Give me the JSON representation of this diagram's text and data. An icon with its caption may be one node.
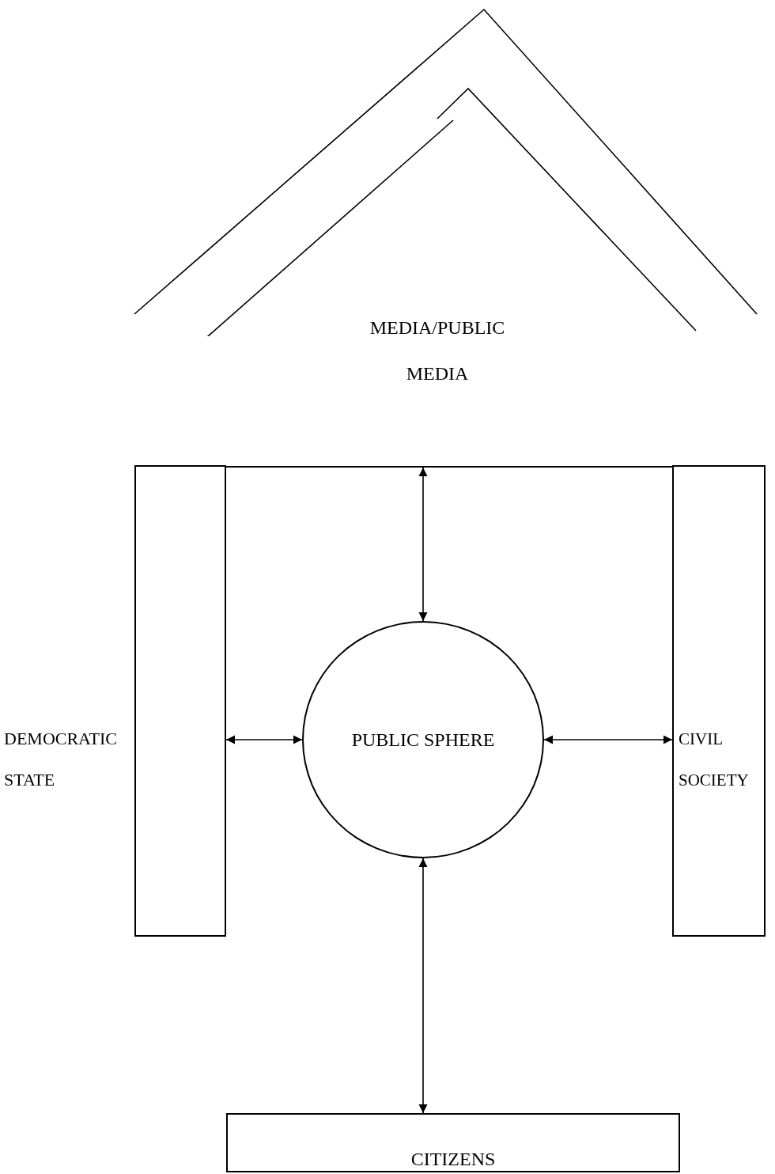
{
  "diagram": {
    "nodes": [
      {
        "text": [
          "MEDIA/PUBLIC MEDIA"
        ]
      },
      {
        "text": [],
        "shape": "bar"
      },
      {
        "text": [
          "DEMOCRATIC STATE"
        ]
      },
      {
        "text": [
          "PUBLIC SPHERE"
        ]
      },
      {
        "text": [
          "CIVIL SOCIETY"
        ]
      },
      {
        "text": [
          "CITIZENS"
        ]
      }
    ],
    "edges": [
      {
        "from": 1,
        "to": 3,
        "arrow": "both"
      },
      {
        "from": 2,
        "to": 3,
        "arrow": "both"
      },
      {
        "from": 3,
        "to": 4,
        "arrow": "both"
      },
      {
        "from": 3,
        "to": 5,
        "arrow": "both"
      }
    ]
  }
}
